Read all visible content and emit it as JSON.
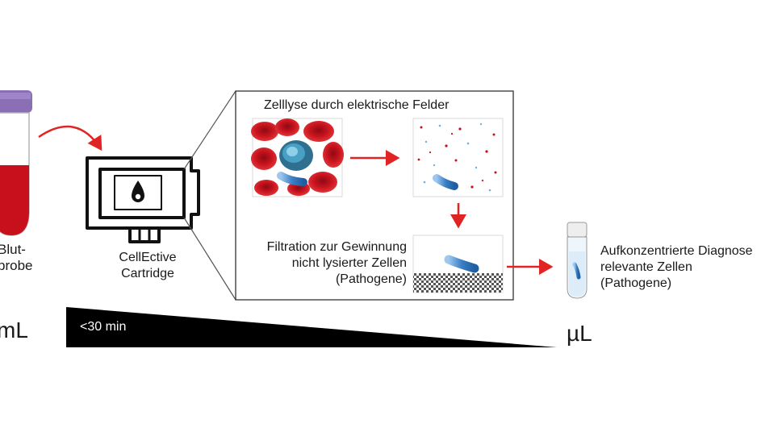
{
  "sample": {
    "label_line1": "Blut-",
    "label_line2": "probe",
    "volume": "mL"
  },
  "cartridge": {
    "label_line1": "CellEctive",
    "label_line2": "Cartridge"
  },
  "lysis": {
    "title": "Zelllyse durch elektrische Felder"
  },
  "filtration": {
    "line1": "Filtration zur Gewinnung",
    "line2": "nicht lysierter Zellen",
    "line3": "(Pathogene)"
  },
  "result": {
    "line1": "Aufkonzentrierte Diagnose",
    "line2": "relevante Zellen",
    "line3": "(Pathogene)",
    "volume": "µL"
  },
  "timeline": {
    "label": "<30 min"
  },
  "colors": {
    "arrow_red": "#e02424",
    "blood_red": "#c8101c",
    "tube_cap": "#8a6fb5",
    "pathogen_blue": "#3c7fc4",
    "line_gray": "#555555"
  }
}
